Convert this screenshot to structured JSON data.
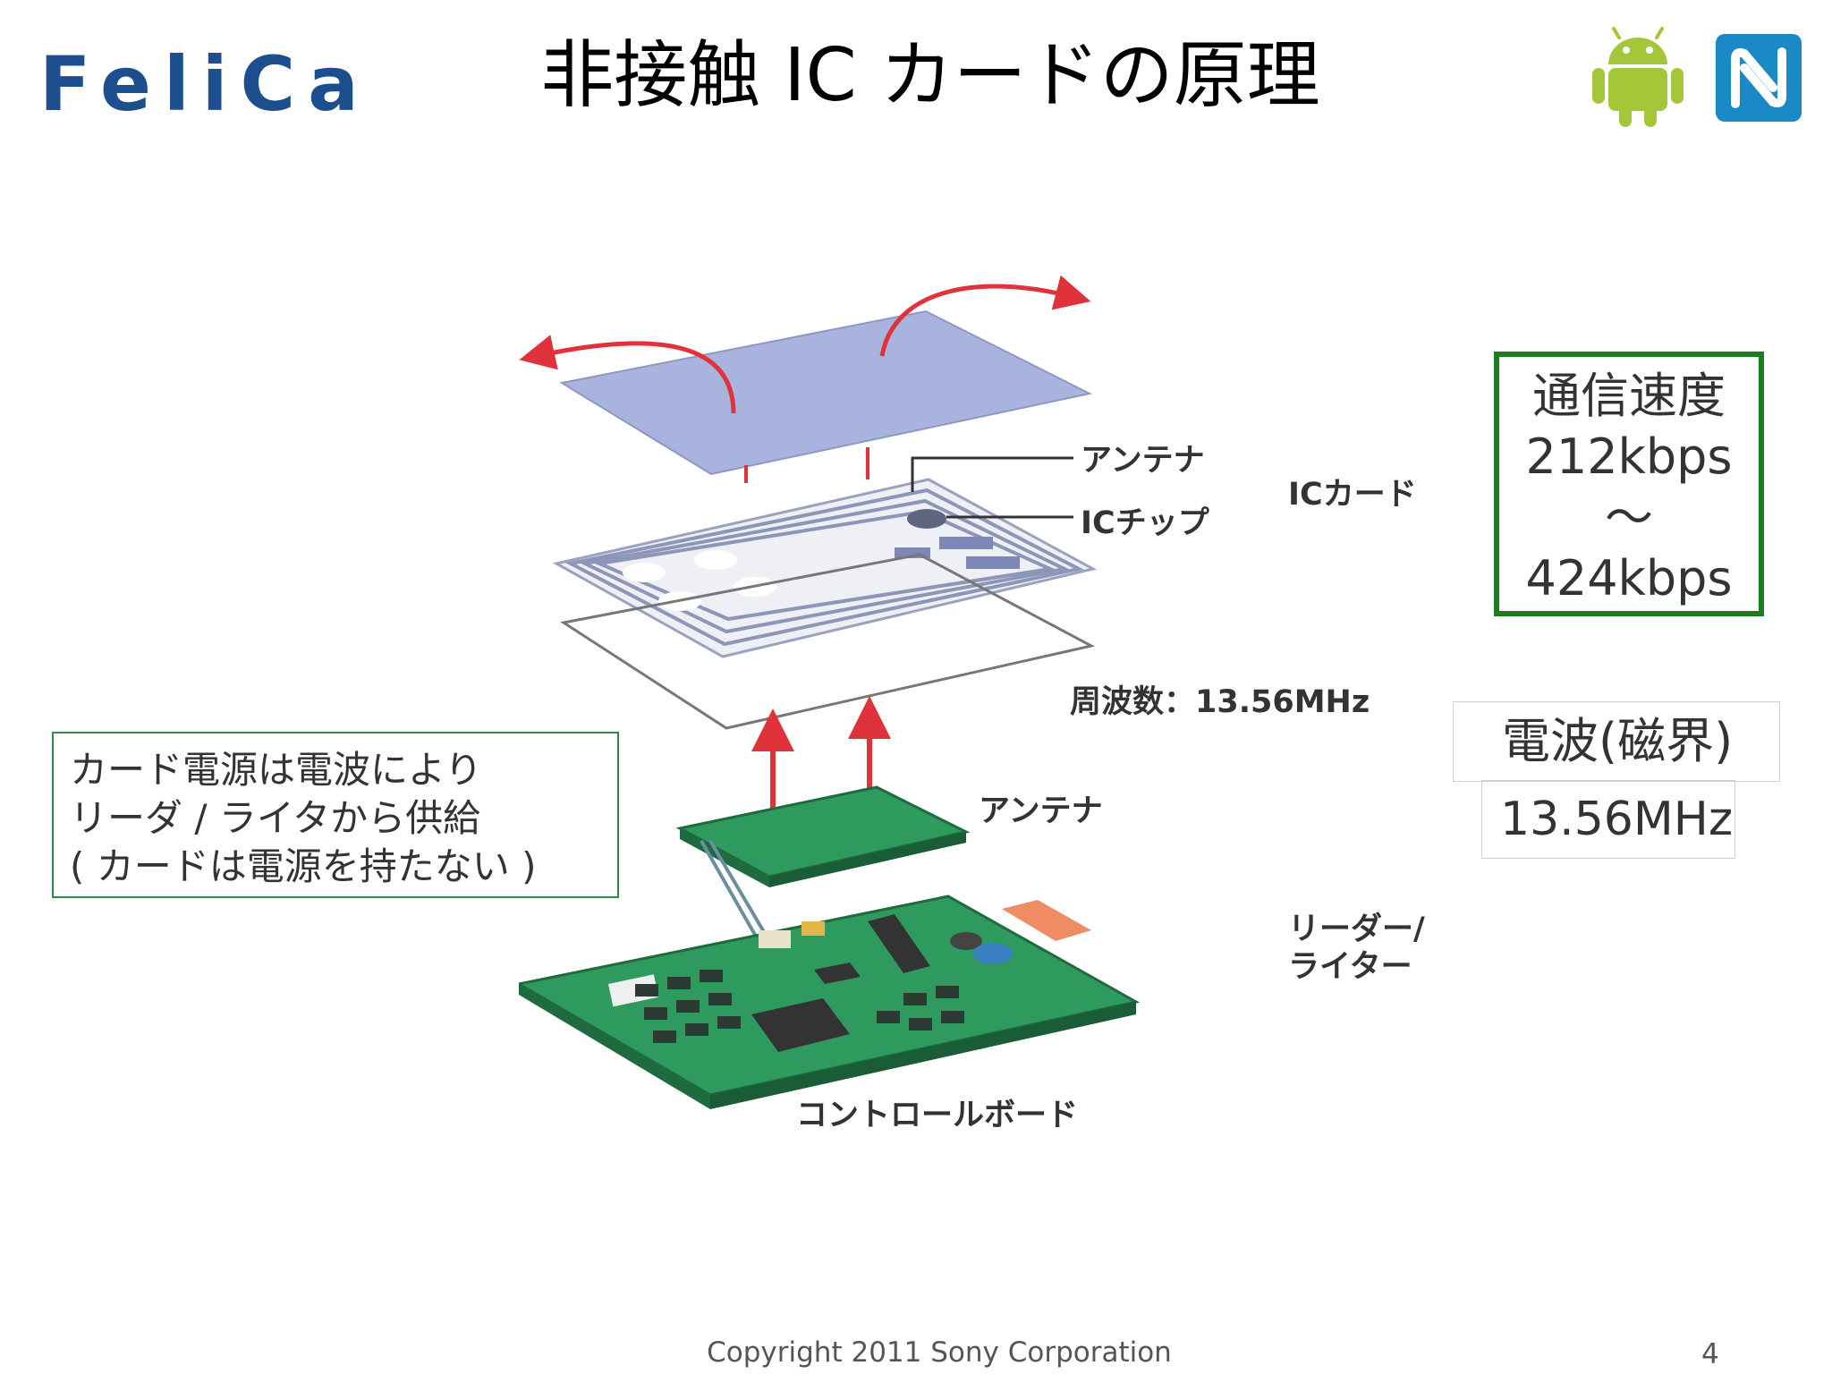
{
  "header": {
    "logo_text": "FeliCa",
    "title": "非接触 IC カードの原理",
    "android_logo_icon": "android-robot-icon",
    "nfc_logo_icon": "nfc-n-mark-icon"
  },
  "diagram": {
    "antenna_card": "アンテナ",
    "ic_chip": "ICチップ",
    "ic_card": "ICカード",
    "frequency": "周波数：13.56MHz",
    "antenna_reader": "アンテナ",
    "reader_writer_line1": "リーダー/",
    "reader_writer_line2": "ライター",
    "control_board": "コントロールボード"
  },
  "speed": {
    "label": "通信速度",
    "min": "212kbps",
    "tilde": "～",
    "max": "424kbps"
  },
  "note": {
    "line1": "カード電源は電波により",
    "line2": "リーダ / ライタから供給",
    "line3": "( カードは電源を持たない )"
  },
  "wave": {
    "title": "電波(磁界)",
    "freq": "13.56MHz"
  },
  "footer": {
    "copyright": "Copyright  2011 Sony Corporation",
    "page": "4"
  },
  "colors": {
    "felica_blue": "#1d4f8f",
    "android_green": "#a4c639",
    "nfc_blue": "#1a8ac6",
    "speed_border": "#1e7c1e",
    "arrow_red": "#e0323a",
    "card_top": "#a9b4de",
    "board_green": "#2f9a5e"
  }
}
